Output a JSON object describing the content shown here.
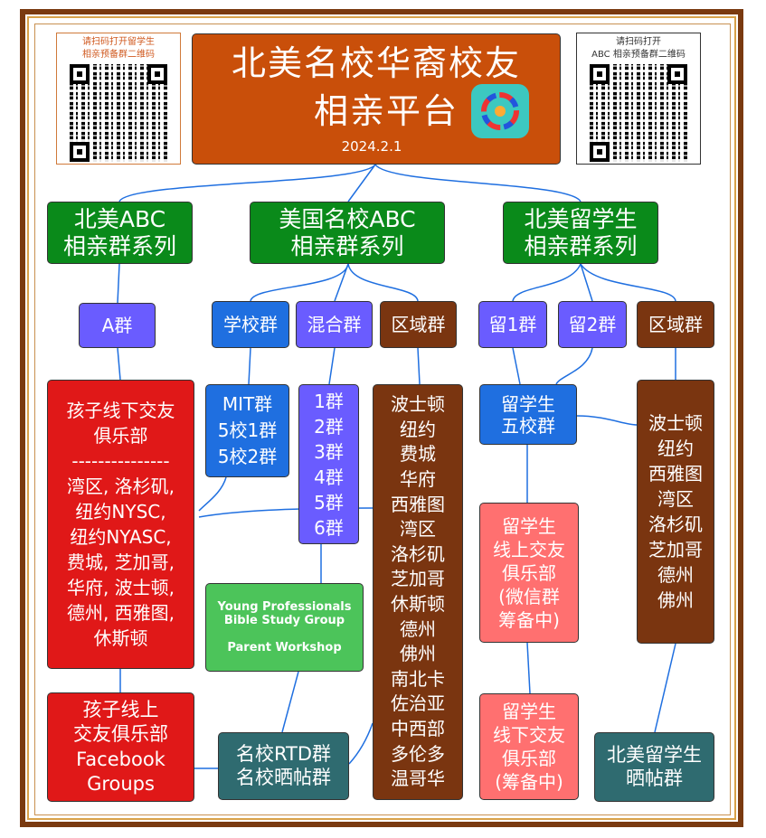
{
  "qr_left": {
    "line1": "请扫码打开留学生",
    "line2": "相亲预备群二维码"
  },
  "qr_right": {
    "line1": "请扫码打开",
    "line2": "ABC 相亲预备群二维码"
  },
  "title": {
    "line1": "北美名校华裔校友",
    "line2": "相亲平台",
    "date": "2024.2.1"
  },
  "series": [
    {
      "line1": "北美ABC",
      "line2": "相亲群系列"
    },
    {
      "line1": "美国名校ABC",
      "line2": "相亲群系列"
    },
    {
      "line1": "北美留学生",
      "line2": "相亲群系列"
    }
  ],
  "groups": {
    "a": "A群",
    "school": "学校群",
    "mixed": "混合群",
    "region": "区域群",
    "liu1": "留1群",
    "liu2": "留2群",
    "region2": "区域群"
  },
  "kids_offline": {
    "title1": "孩子线下交友",
    "title2": "俱乐部",
    "sep": "---------------",
    "lines": [
      "湾区, 洛杉矶,",
      "纽约NYSC,",
      "纽约NYASC,",
      "费城, 芝加哥,",
      "华府, 波士顿,",
      "德州, 西雅图,",
      "休斯顿"
    ]
  },
  "school_list": [
    "MIT群",
    "5校1群",
    "5校2群"
  ],
  "mixed_list": [
    "1群",
    "2群",
    "3群",
    "4群",
    "5群",
    "6群"
  ],
  "region_list": [
    "波士顿",
    "纽约",
    "费城",
    "华府",
    "西雅图",
    "湾区",
    "洛杉矶",
    "芝加哥",
    "休斯顿",
    "德州",
    "佛州",
    "南北卡",
    "佐治亚",
    "中西部",
    "多伦多",
    "温哥华"
  ],
  "five_school": [
    "留学生",
    "五校群"
  ],
  "region2_list": [
    "波士顿",
    "纽约",
    "西雅图",
    "湾区",
    "洛杉矶",
    "芝加哥",
    "德州",
    "佛州"
  ],
  "online_club": [
    "留学生",
    "线上交友",
    "俱乐部",
    "(微信群",
    "筹备中)"
  ],
  "offline_club": [
    "留学生",
    "线下交友",
    "俱乐部",
    "(筹备中)"
  ],
  "young_pro": {
    "line1": "Young Professionals",
    "line2": "Bible Study Group",
    "line3": "Parent Workshop"
  },
  "kids_online": [
    "孩子线上",
    "交友俱乐部",
    "Facebook",
    "Groups"
  ],
  "rtd": [
    "名校RTD群",
    "名校晒帖群"
  ],
  "liu_post": [
    "北美留学生",
    "晒帖群"
  ],
  "colors": {
    "line": "#1f6fe0",
    "frame": "#7a3a10"
  }
}
